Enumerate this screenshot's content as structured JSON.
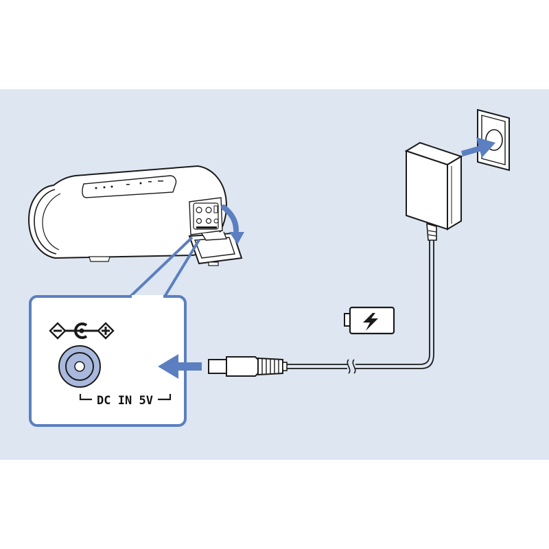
{
  "inset": {
    "port_label": "DC IN 5V",
    "polarity_negative": "−",
    "polarity_positive": "+"
  },
  "colors": {
    "background_panel": "#dde6f1",
    "accent_blue": "#5b7fc0",
    "port_fill": "#a9b9dd",
    "line": "#1a1a1a",
    "white": "#ffffff"
  },
  "icons": [
    "speaker-device",
    "port-cover-flap",
    "close-direction-arrow",
    "ac-adapter",
    "wall-outlet",
    "insert-arrow-outlet",
    "battery-charging-icon",
    "dc-plug",
    "insert-arrow-plug",
    "polarity-symbol",
    "dc-in-jack"
  ]
}
